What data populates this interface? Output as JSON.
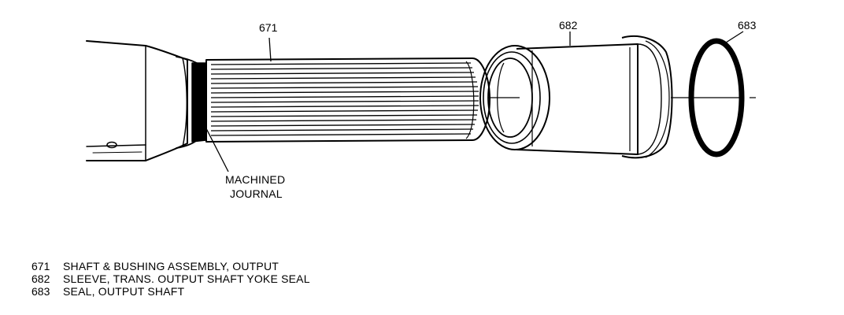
{
  "callouts": {
    "shaft": "671",
    "sleeve": "682",
    "seal": "683"
  },
  "annotation": {
    "line1": "MACHINED",
    "line2": "JOURNAL"
  },
  "legend": [
    {
      "number": "671",
      "description": "SHAFT & BUSHING ASSEMBLY, OUTPUT"
    },
    {
      "number": "682",
      "description": "SLEEVE, TRANS. OUTPUT SHAFT YOKE SEAL"
    },
    {
      "number": "683",
      "description": "SEAL, OUTPUT SHAFT"
    }
  ]
}
